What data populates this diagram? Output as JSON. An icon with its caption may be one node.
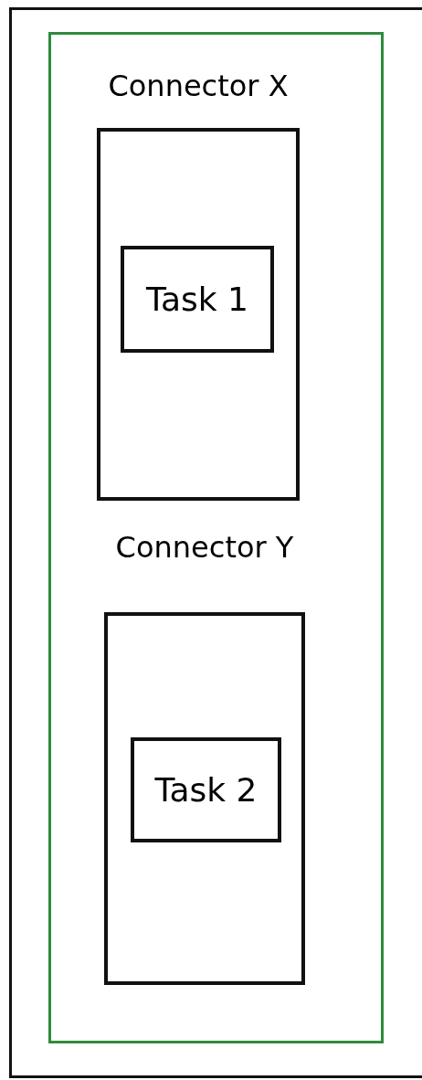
{
  "diagram": {
    "nodes": [
      {
        "text": [],
        "shape": "box"
      },
      {
        "text": [],
        "shape": "box",
        "in": 0
      },
      {
        "text": [
          "Connector X"
        ],
        "in": 1
      },
      {
        "text": [
          "Task 1"
        ],
        "in": 2
      },
      {
        "text": [
          "Connector Y"
        ],
        "in": 1
      },
      {
        "text": [
          "Task 2"
        ],
        "in": 4
      }
    ]
  }
}
